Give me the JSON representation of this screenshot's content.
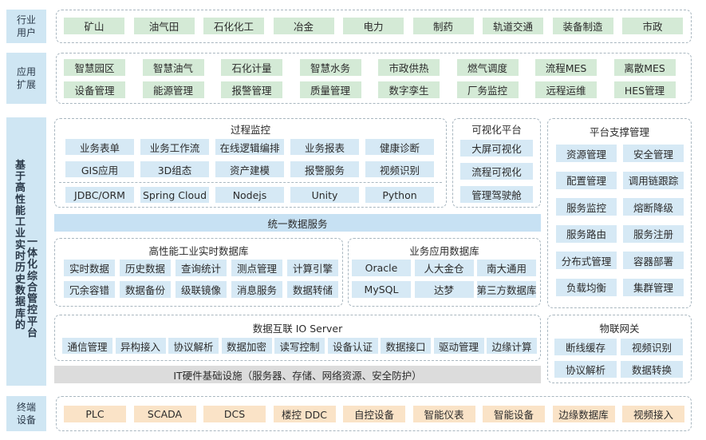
{
  "layers": {
    "industry": {
      "label": "行业\n用户",
      "items": [
        "矿山",
        "油气田",
        "石化化工",
        "冶金",
        "电力",
        "制药",
        "轨道交通",
        "装备制造",
        "市政"
      ]
    },
    "apps": {
      "label": "应用\n扩展",
      "row1": [
        "智慧园区",
        "智慧油气",
        "石化计量",
        "智慧水务",
        "市政供热",
        "燃气调度",
        "流程MES",
        "离散MES"
      ],
      "row2": [
        "设备管理",
        "能源管理",
        "报警管理",
        "质量管理",
        "数字孪生",
        "厂务监控",
        "远程运维",
        "HES管理"
      ]
    },
    "platform": {
      "label_col1": "基于高性能工业实时历史数据库的",
      "label_col2": "一体化综合管控平台",
      "process": {
        "title": "过程监控",
        "row1": [
          "业务表单",
          "业务工作流",
          "在线逻辑编排",
          "业务报表",
          "健康诊断"
        ],
        "row2": [
          "GIS应用",
          "3D组态",
          "资产建模",
          "报警服务",
          "视频识别"
        ],
        "row3": [
          "JDBC/ORM",
          "Spring Cloud",
          "Nodejs",
          "Unity",
          "Python"
        ]
      },
      "visual": {
        "title": "可视化平台",
        "items": [
          "大屏可视化",
          "流程可视化",
          "管理驾驶舱"
        ]
      },
      "support": {
        "title": "平台支撑管理",
        "left": [
          "资源管理",
          "配置管理",
          "服务监控",
          "服务路由",
          "分布式管理",
          "负载均衡"
        ],
        "right": [
          "安全管理",
          "调用链跟踪",
          "熔断降级",
          "服务注册",
          "容器部署",
          "集群管理"
        ]
      },
      "unified": "统一数据服务",
      "rtdb": {
        "title": "高性能工业实时数据库",
        "row1": [
          "实时数据",
          "历史数据",
          "查询统计",
          "测点管理",
          "计算引擎"
        ],
        "row2": [
          "冗余容错",
          "数据备份",
          "级联镜像",
          "消息服务",
          "数据转储"
        ]
      },
      "bizdb": {
        "title": "业务应用数据库",
        "row1": [
          "Oracle",
          "人大金仓",
          "南大通用"
        ],
        "row2": [
          "MySQL",
          "达梦",
          "第三方数据库"
        ]
      },
      "io": {
        "title": "数据互联 IO Server",
        "items": [
          "通信管理",
          "异构接入",
          "协议解析",
          "数据加密",
          "读写控制",
          "设备认证",
          "数据接口",
          "驱动管理",
          "边缘计算"
        ]
      },
      "iot": {
        "title": "物联网关",
        "row1": [
          "断线缓存",
          "视频识别"
        ],
        "row2": [
          "协议解析",
          "数据转换"
        ]
      },
      "infra": "IT硬件基础设施（服务器、存储、网络资源、安全防护）"
    },
    "terminal": {
      "label": "终端\n设备",
      "items": [
        "PLC",
        "SCADA",
        "DCS",
        "楼控 DDC",
        "自控设备",
        "智能仪表",
        "智能设备",
        "边缘数据库",
        "视频接入"
      ]
    }
  },
  "colors": {
    "green": "#d4ead6",
    "blue": "#d6e9f5",
    "orange": "#fae3c7",
    "side": "#cfe6f3"
  }
}
